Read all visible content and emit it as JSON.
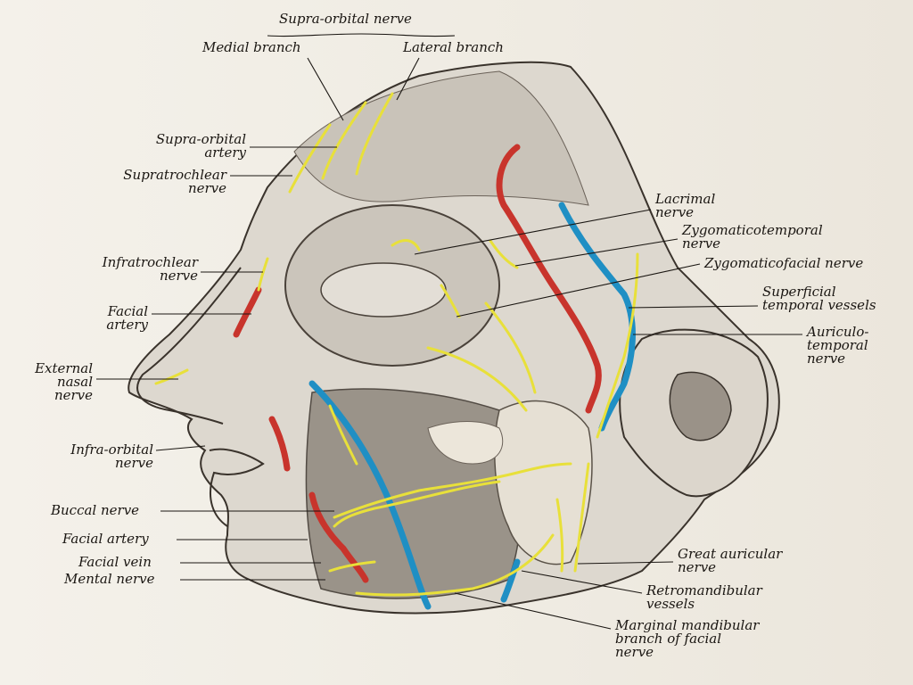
{
  "labels": {
    "supra_orbital_nerve": "Supra-orbital nerve",
    "medial_branch": "Medial branch",
    "lateral_branch": "Lateral branch",
    "supra_orbital_artery": [
      "Supra-orbital",
      "artery"
    ],
    "supratrochlear_nerve": [
      "Supratrochlear",
      "nerve"
    ],
    "infratrochlear_nerve": [
      "Infratrochlear",
      "nerve"
    ],
    "facial_artery_upper": [
      "Facial",
      "artery"
    ],
    "external_nasal_nerve": [
      "External",
      "nasal",
      "nerve"
    ],
    "infra_orbital_nerve": [
      "Infra-orbital",
      "nerve"
    ],
    "buccal_nerve": "Buccal nerve",
    "facial_artery_lower": "Facial artery",
    "facial_vein": "Facial vein",
    "mental_nerve": "Mental nerve",
    "lacrimal_nerve": [
      "Lacrimal",
      "nerve"
    ],
    "zygomaticotemporal_nerve": [
      "Zygomaticotemporal",
      "nerve"
    ],
    "zygomaticofacial_nerve": "Zygomaticofacial nerve",
    "superficial_temporal_vessels": [
      "Superficial",
      "temporal vessels"
    ],
    "auriculotemporal_nerve": [
      "Auriculo-",
      "temporal",
      "nerve"
    ],
    "great_auricular_nerve": [
      "Great auricular",
      "nerve"
    ],
    "retromandibular_vessels": [
      "Retromandibular",
      "vessels"
    ],
    "marginal_mandibular_branch": [
      "Marginal mandibular",
      "branch of facial",
      "nerve"
    ]
  },
  "colors": {
    "nerve": "#e8e03a",
    "artery": "#c8342c",
    "vein": "#1f8fc4",
    "ink": "#1a1612",
    "paper": "#f3efe6"
  }
}
